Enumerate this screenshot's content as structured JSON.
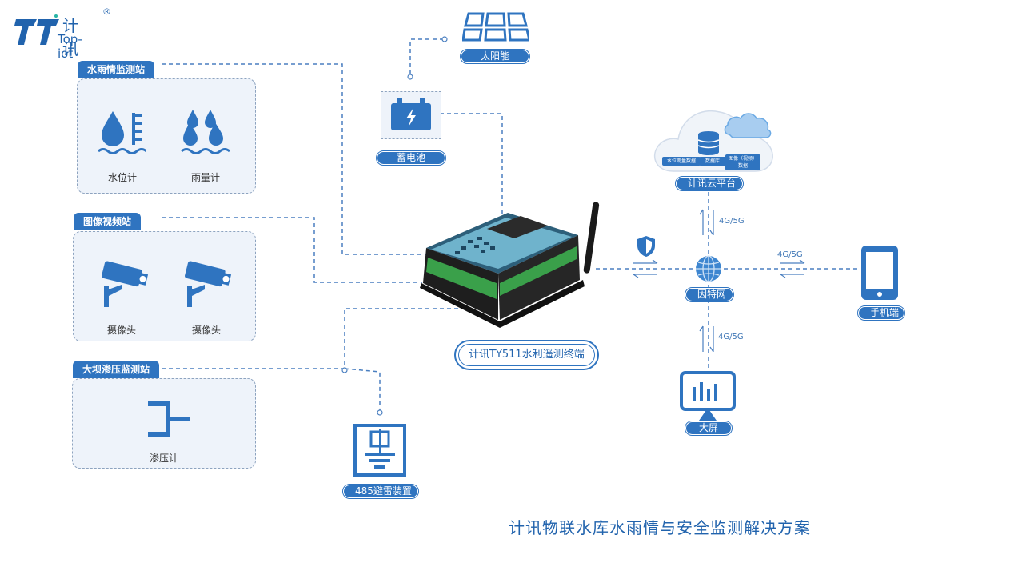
{
  "logo": {
    "cn": "计讯",
    "en": "Top-iot",
    "reg": "®"
  },
  "stations": {
    "water_rain": {
      "title": "水雨情监测站",
      "devices": [
        "水位计",
        "雨量计"
      ]
    },
    "video": {
      "title": "图像视频站",
      "devices": [
        "摄像头",
        "摄像头"
      ]
    },
    "dam": {
      "title": "大坝渗压监测站",
      "devices": [
        "渗压计"
      ]
    }
  },
  "nodes": {
    "solar": "太阳能",
    "battery": "蓄电池",
    "terminal": "计讯TY511水利遥测终端",
    "lightning": "485避雷装置",
    "cloud": "计讯云平台",
    "internet": "因特网",
    "phone": "手机端",
    "screen": "大屏"
  },
  "cloud_chips": [
    "水位雨量数据",
    "数据库",
    "图像（视频）数据"
  ],
  "links": {
    "cloud": "4G/5G",
    "phone": "4G/5G",
    "screen": "4G/5G"
  },
  "colors": {
    "primary": "#2f74c0",
    "wire": "#4a7fc0",
    "box_bg": "#eef3fa"
  },
  "footer": {
    "title": "计讯物联水库水雨情与安全监测解决方案"
  }
}
